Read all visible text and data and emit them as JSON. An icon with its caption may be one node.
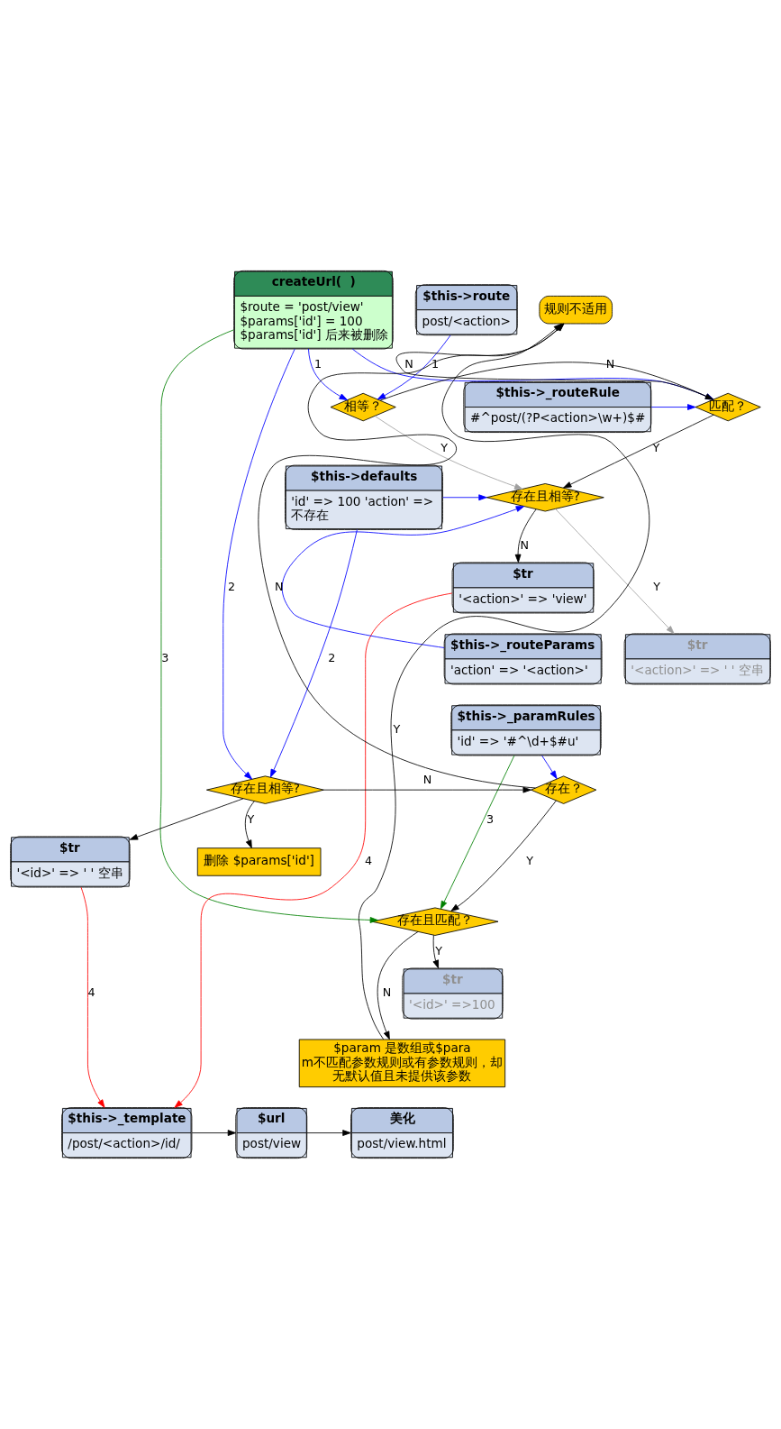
{
  "diagram": {
    "nodes": [
      {
        "text": [
          "createUrl(  )",
          "$route = 'post/view' $params['id'] = 100 $params['id'] 后来被删除"
        ]
      },
      {
        "text": [
          "规则不适用"
        ]
      },
      {
        "text": [
          "$this->route",
          "post/<action>"
        ]
      },
      {
        "text": [
          "相等？"
        ]
      },
      {
        "text": [
          "匹配？"
        ]
      },
      {
        "text": [
          "$this->_routeRule",
          "#^post/(?P<action>\\w+)$#"
        ]
      },
      {
        "text": [
          "存在且相等?"
        ]
      },
      {
        "text": [
          "$this->defaults",
          "'id' => 100 'action' => 不存在"
        ]
      },
      {
        "text": [
          "$tr",
          "'<action>' => 'view'"
        ]
      },
      {
        "text": [
          "$this->_routeParams",
          "'action' => '<action>'"
        ]
      },
      {
        "text": [
          "$tr",
          "'<action>' => ' ' 空串"
        ]
      },
      {
        "text": [
          "$this->_paramRules",
          "'id' => '#^\\d+$#u'"
        ]
      },
      {
        "text": [
          "存在且相等?"
        ]
      },
      {
        "text": [
          "存在？"
        ]
      },
      {
        "text": [
          "删除 $params['id']"
        ]
      },
      {
        "text": [
          "$tr",
          "'<id>' => ' ' 空串"
        ]
      },
      {
        "text": [
          "存在且匹配？"
        ]
      },
      {
        "text": [
          "$tr",
          "'<id>' =>100"
        ]
      },
      {
        "text": [
          "$param 是数组或$param不匹配参数规则或有参数规则，却无默认值且未提供该参数"
        ]
      },
      {
        "text": [
          "美化",
          "post/view.html"
        ]
      },
      {
        "text": [
          "$url",
          "post/view"
        ]
      },
      {
        "text": [
          "$this->_template",
          "/post/<action>/id/"
        ]
      }
    ],
    "edges": [
      {
        "from": 0,
        "to": 3,
        "arrow": "to",
        "label": "1",
        "color": "#0000ff"
      },
      {
        "from": 0,
        "to": 4,
        "arrow": "to",
        "color": "#0000ff"
      },
      {
        "from": 2,
        "to": 3,
        "arrow": "to",
        "label": "1",
        "color": "#0000ff"
      },
      {
        "from": 3,
        "to": 4,
        "arrow": "to",
        "label": "N"
      },
      {
        "from": 3,
        "to": 6,
        "arrow": "to",
        "label": "Y",
        "color": "#a0a0a0"
      },
      {
        "from": 4,
        "to": 6,
        "arrow": "to",
        "label": "Y"
      },
      {
        "from": 4,
        "to": 1,
        "arrow": "to",
        "label": "N"
      },
      {
        "from": 5,
        "to": 4,
        "arrow": "to",
        "color": "#0000ff"
      },
      {
        "from": 7,
        "to": 6,
        "arrow": "to",
        "color": "#0000ff"
      },
      {
        "from": 9,
        "to": 6,
        "arrow": "to",
        "color": "#0000ff"
      },
      {
        "from": 6,
        "to": 8,
        "arrow": "to",
        "label": "N"
      },
      {
        "from": 6,
        "to": 10,
        "arrow": "to",
        "label": "Y",
        "color": "#a0a0a0"
      },
      {
        "from": 0,
        "to": 12,
        "arrow": "to",
        "label": "2",
        "color": "#0000ff"
      },
      {
        "from": 7,
        "to": 12,
        "arrow": "to",
        "label": "2",
        "color": "#0000ff"
      },
      {
        "from": 11,
        "to": 13,
        "arrow": "to",
        "color": "#0000ff"
      },
      {
        "from": 12,
        "to": 13,
        "arrow": "to",
        "label": "N"
      },
      {
        "from": 12,
        "to": 14,
        "arrow": "to",
        "label": "Y"
      },
      {
        "from": 12,
        "to": 15,
        "arrow": "to"
      },
      {
        "from": 13,
        "to": 1,
        "arrow": "to",
        "label": "N"
      },
      {
        "from": 13,
        "to": 16,
        "arrow": "to",
        "label": "Y"
      },
      {
        "from": 0,
        "to": 16,
        "arrow": "to",
        "label": "3",
        "color": "#008000"
      },
      {
        "from": 11,
        "to": 16,
        "arrow": "to",
        "label": "3",
        "color": "#008000"
      },
      {
        "from": 16,
        "to": 17,
        "arrow": "to",
        "label": "Y"
      },
      {
        "from": 16,
        "to": 18,
        "arrow": "to",
        "label": "N"
      },
      {
        "from": 18,
        "to": 1,
        "arrow": "to",
        "label": "Y"
      },
      {
        "from": 8,
        "to": 21,
        "arrow": "to",
        "label": "4",
        "color": "#ff0000"
      },
      {
        "from": 15,
        "to": 21,
        "arrow": "to",
        "label": "4",
        "color": "#ff0000"
      },
      {
        "from": 21,
        "to": 20,
        "arrow": "to"
      },
      {
        "from": 20,
        "to": 19,
        "arrow": "to"
      }
    ]
  }
}
